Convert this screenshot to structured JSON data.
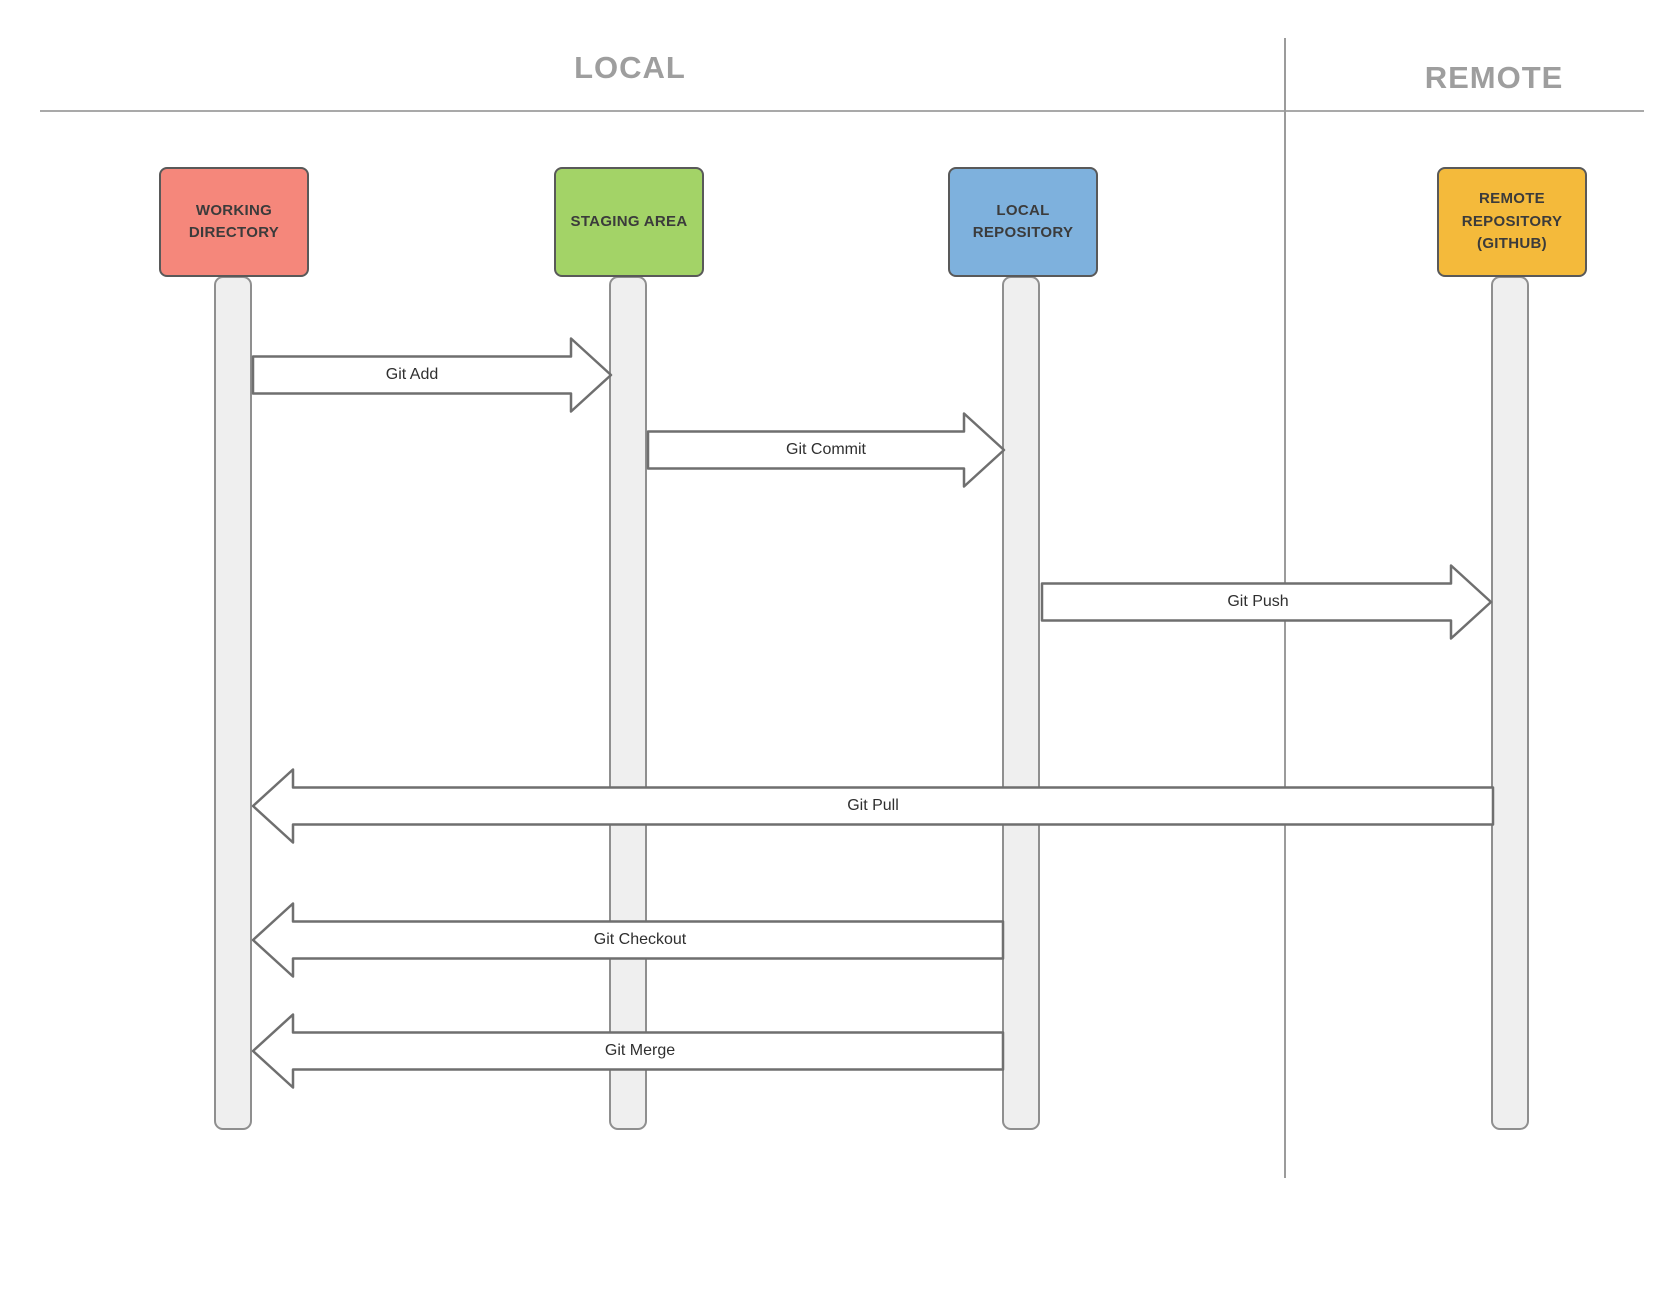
{
  "headers": {
    "local": "LOCAL",
    "remote": "REMOTE"
  },
  "nodes": [
    {
      "id": "working-directory",
      "label": "WORKING\nDIRECTORY",
      "color": "#F5877B"
    },
    {
      "id": "staging-area",
      "label": "STAGING AREA",
      "color": "#A3D367"
    },
    {
      "id": "local-repository",
      "label": "LOCAL\nREPOSITORY",
      "color": "#7EB1DD"
    },
    {
      "id": "remote-repository",
      "label": "REMOTE\nREPOSITORY\n(GITHUB)",
      "color": "#F4BA3B"
    }
  ],
  "arrows": [
    {
      "label": "Git Add",
      "from": "working-directory",
      "to": "staging-area",
      "direction": "right"
    },
    {
      "label": "Git Commit",
      "from": "staging-area",
      "to": "local-repository",
      "direction": "right"
    },
    {
      "label": "Git Push",
      "from": "local-repository",
      "to": "remote-repository",
      "direction": "right"
    },
    {
      "label": "Git Pull",
      "from": "remote-repository",
      "to": "working-directory",
      "direction": "left"
    },
    {
      "label": "Git Checkout",
      "from": "local-repository",
      "to": "working-directory",
      "direction": "left"
    },
    {
      "label": "Git Merge",
      "from": "local-repository",
      "to": "working-directory",
      "direction": "left"
    }
  ],
  "style": {
    "arrow_fill": "#FFFFFF",
    "arrow_stroke": "#6F6F6F",
    "lifeline_fill": "#EFEFEF",
    "header_color": "#9E9E9E"
  }
}
